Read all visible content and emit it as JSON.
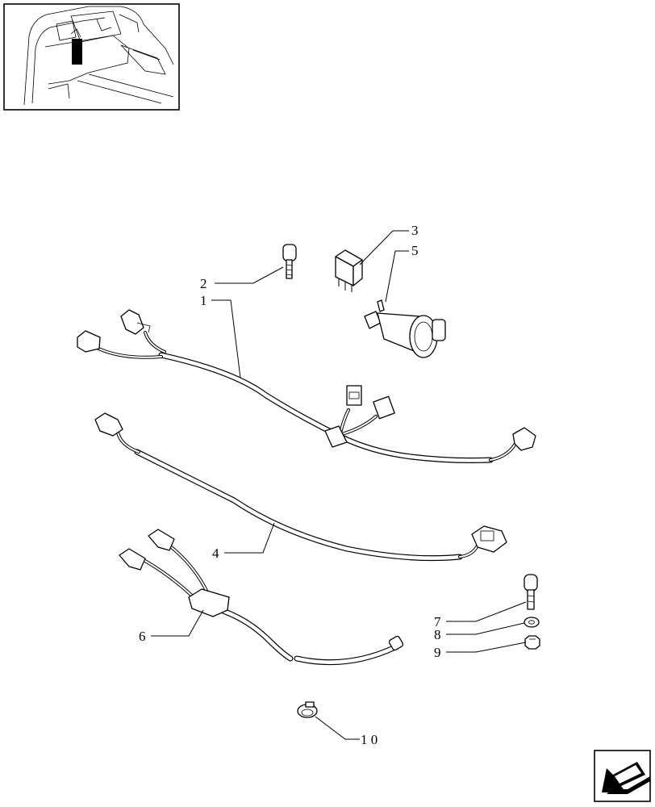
{
  "callouts": [
    {
      "id": "2",
      "label": "2"
    },
    {
      "id": "1",
      "label": "1"
    },
    {
      "id": "3",
      "label": "3"
    },
    {
      "id": "5",
      "label": "5"
    },
    {
      "id": "4",
      "label": "4"
    },
    {
      "id": "6",
      "label": "6"
    },
    {
      "id": "7",
      "label": "7"
    },
    {
      "id": "8",
      "label": "8"
    },
    {
      "id": "9",
      "label": "9"
    },
    {
      "id": "10",
      "label": "1 0"
    }
  ],
  "icons": {
    "thumbnail": "tractor-cab-location-icon",
    "nav": "back-arrow-icon"
  }
}
